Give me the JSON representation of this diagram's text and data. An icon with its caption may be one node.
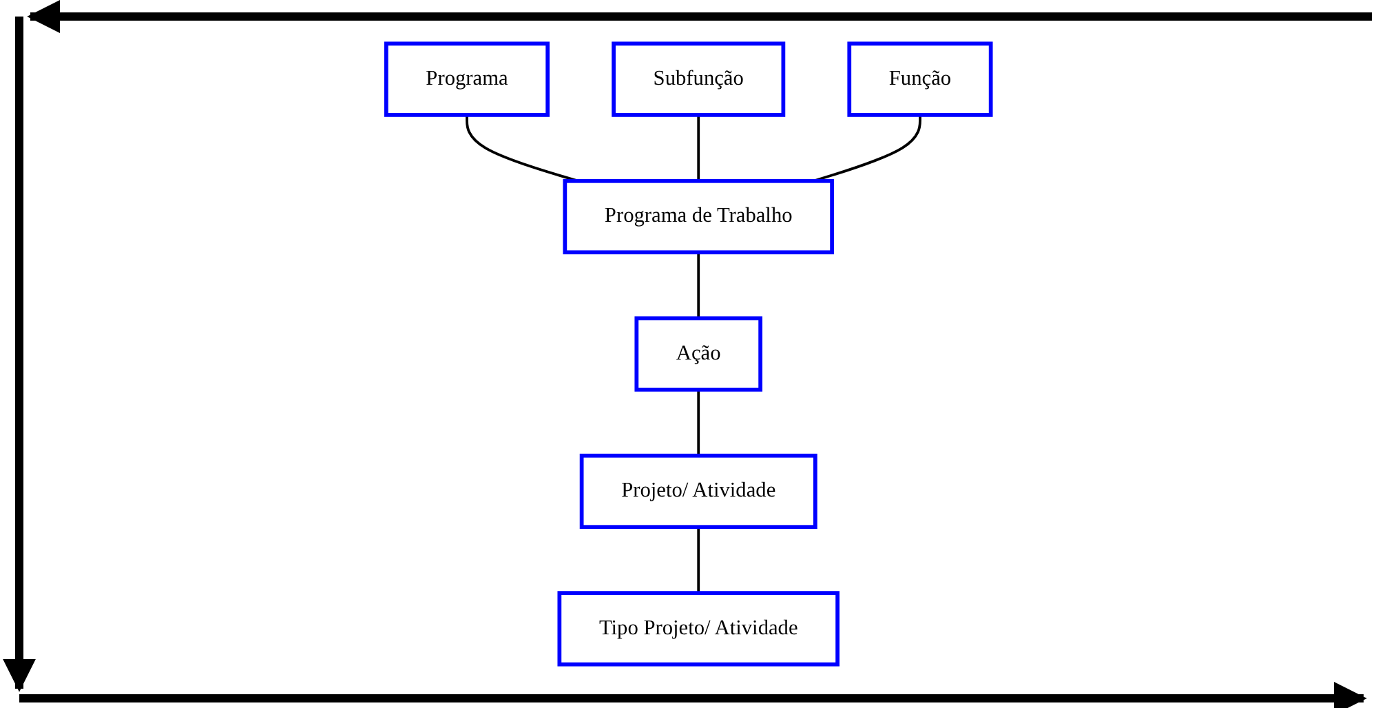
{
  "diagram": {
    "nodes": [
      {
        "text": [
          "Programa"
        ]
      },
      {
        "text": [
          "Subfunção"
        ]
      },
      {
        "text": [
          "Função"
        ]
      },
      {
        "text": [
          "Programa de Trabalho"
        ]
      },
      {
        "text": [
          "Ação"
        ]
      },
      {
        "text": [
          "Projeto/ Atividade"
        ]
      },
      {
        "text": [
          "Tipo Projeto/ Atividade"
        ]
      }
    ],
    "edges": [
      {
        "from": 0,
        "to": 3,
        "arrow": "none"
      },
      {
        "from": 1,
        "to": 3,
        "arrow": "none"
      },
      {
        "from": 2,
        "to": 3,
        "arrow": "none"
      },
      {
        "from": 3,
        "to": 4,
        "arrow": "none"
      },
      {
        "from": 4,
        "to": 5,
        "arrow": "none"
      },
      {
        "from": 5,
        "to": 6,
        "arrow": "none"
      }
    ]
  }
}
